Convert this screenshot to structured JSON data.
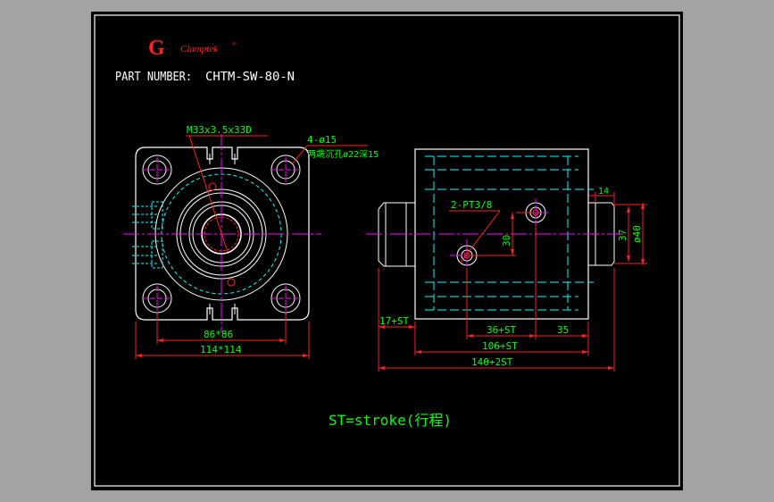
{
  "brand": {
    "logo_letter": "G",
    "logo_text": "Clamptek",
    "trademark": "®",
    "color": "#ff2020"
  },
  "part_number": {
    "label": "PART NUMBER:",
    "value": "CHTM-SW-80-N"
  },
  "front_view": {
    "thread_label": "M33x3.5x33D",
    "hole_label": "4-ø15",
    "counterbore_label": "两端沉孔ø22深15",
    "bolt_spacing_label": "86*86",
    "body_size_label": "114*114"
  },
  "side_view": {
    "port_label": "2-PT3/8",
    "port_offset_label": "30",
    "rod_len_label": "14",
    "rod_dia_inner_label": "37",
    "rod_dia_outer_label": "ø40",
    "front_ext_label": "17+ST",
    "port_pos_label": "36+ST",
    "port_end_label": "35",
    "body_len_label": "106+ST",
    "overall_label": "140+2ST"
  },
  "note": "ST=stroke(行程)",
  "colors": {
    "background": "#000000",
    "frame": "#ffffff",
    "outline": "#ffffff",
    "center_line": "#ff00ff",
    "hidden_line": "#00ffff",
    "dimension": "#ff0000",
    "dim_text": "#00ff00",
    "part_text": "#ffffff"
  }
}
